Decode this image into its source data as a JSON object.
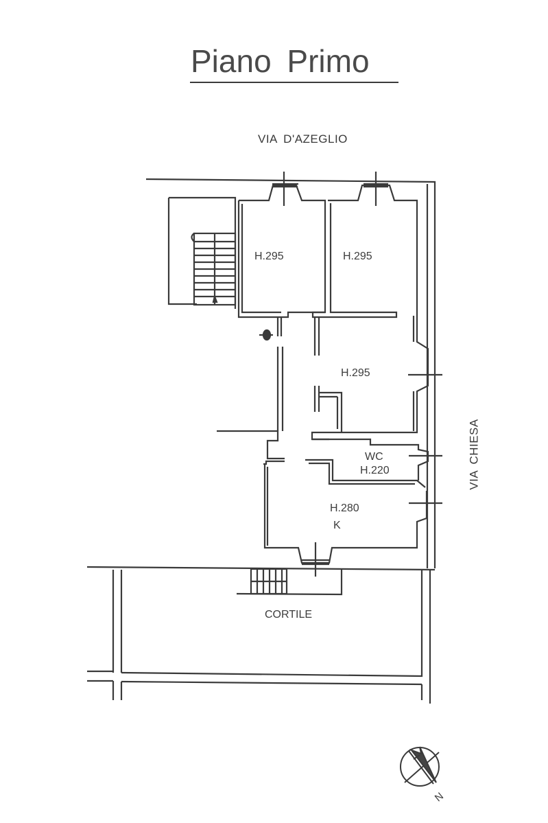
{
  "title": "Piano Primo",
  "streets": {
    "top": "VIA D'AZEGLIO",
    "right": "VIA CHIESA"
  },
  "rooms": [
    {
      "id": "room-1",
      "height_label": "H.295",
      "sub_label": ""
    },
    {
      "id": "room-2",
      "height_label": "H.295",
      "sub_label": ""
    },
    {
      "id": "room-3",
      "height_label": "H.295",
      "sub_label": ""
    },
    {
      "id": "wc",
      "height_label": "H.220",
      "sub_label": "WC"
    },
    {
      "id": "kitchen",
      "height_label": "H.280",
      "sub_label": "K"
    }
  ],
  "courtyard": {
    "label": "CORTILE"
  },
  "compass": {
    "label": "N",
    "icon": "north-arrow-icon"
  },
  "colors": {
    "line": "#3a3a3a",
    "text": "#3c3c3c",
    "background": "#ffffff"
  }
}
